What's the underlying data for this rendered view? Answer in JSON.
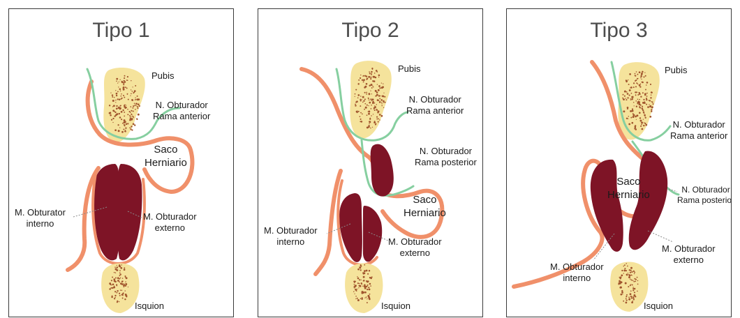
{
  "panels": [
    {
      "title": "Tipo 1",
      "labels": {
        "pubis": "Pubis",
        "nerve_anterior": [
          "N. Obturador",
          "Rama anterior"
        ],
        "sac": [
          "Saco",
          "Herniario"
        ],
        "internal": [
          "M. Obturator",
          "interno"
        ],
        "external": [
          "M. Obturador",
          "externo"
        ],
        "ischium": "Isquion"
      }
    },
    {
      "title": "Tipo 2",
      "labels": {
        "pubis": "Pubis",
        "nerve_anterior": [
          "N. Obturador",
          "Rama anterior"
        ],
        "nerve_posterior": [
          "N. Obturador",
          "Rama posterior"
        ],
        "sac": [
          "Saco",
          "Herniario"
        ],
        "internal": [
          "M. Obturador",
          "interno"
        ],
        "external": [
          "M. Obturador",
          "externo"
        ],
        "ischium": "Isquion"
      }
    },
    {
      "title": "Tipo 3",
      "labels": {
        "pubis": "Pubis",
        "nerve_anterior": [
          "N. Obturador",
          "Rama anterior"
        ],
        "nerve_posterior": [
          "N. Obturador",
          "Rama posterior"
        ],
        "sac": [
          "Saco",
          "Herniario"
        ],
        "internal": [
          "M. Obturador",
          "interno"
        ],
        "external": [
          "M. Obturador",
          "externo"
        ],
        "ischium": "Isquion"
      }
    }
  ],
  "colors": {
    "bone": "#f5e39c",
    "bone_speckle": "#a0552d",
    "muscle": "#7e1426",
    "sac": "#f0906a",
    "nerve": "#86cfa0",
    "leader": "#8a8a8a"
  }
}
